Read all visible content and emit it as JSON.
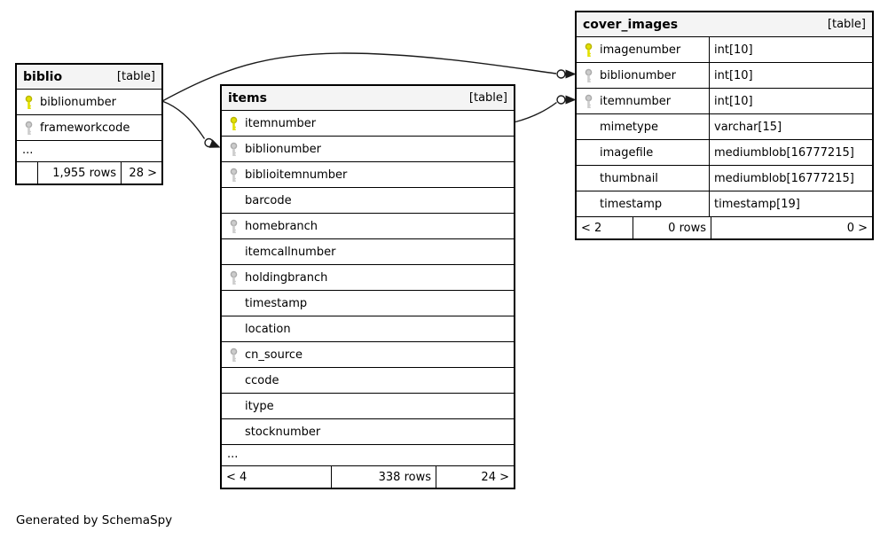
{
  "diagram": {
    "generated_by": "Generated by SchemaSpy",
    "colors": {
      "primary_key_icon": "#e2e000",
      "primary_key_stroke": "#b8b400",
      "foreign_key_icon": "#cccccc",
      "foreign_key_stroke": "#aaaaaa",
      "header_bg": "#f4f4f4",
      "border": "#000000",
      "edge": "#1a1a1a"
    },
    "tables": [
      {
        "name": "biblio",
        "type_label": "[table]",
        "columns": [
          {
            "name": "biblionumber",
            "key": "primary"
          },
          {
            "name": "frameworkcode",
            "key": "indexed"
          }
        ],
        "ellipsis": "...",
        "footer": {
          "left": "",
          "center": "1,955 rows",
          "right": "28 >"
        }
      },
      {
        "name": "items",
        "type_label": "[table]",
        "columns": [
          {
            "name": "itemnumber",
            "key": "primary"
          },
          {
            "name": "biblionumber",
            "key": "indexed"
          },
          {
            "name": "biblioitemnumber",
            "key": "indexed"
          },
          {
            "name": "barcode"
          },
          {
            "name": "homebranch",
            "key": "indexed"
          },
          {
            "name": "itemcallnumber"
          },
          {
            "name": "holdingbranch",
            "key": "indexed"
          },
          {
            "name": "timestamp"
          },
          {
            "name": "location"
          },
          {
            "name": "cn_source",
            "key": "indexed"
          },
          {
            "name": "ccode"
          },
          {
            "name": "itype"
          },
          {
            "name": "stocknumber"
          }
        ],
        "ellipsis": "...",
        "footer": {
          "left": "< 4",
          "center": "338 rows",
          "right": "24 >"
        }
      },
      {
        "name": "cover_images",
        "type_label": "[table]",
        "columns": [
          {
            "name": "imagenumber",
            "type": "int[10]",
            "key": "primary"
          },
          {
            "name": "biblionumber",
            "type": "int[10]",
            "key": "indexed"
          },
          {
            "name": "itemnumber",
            "type": "int[10]",
            "key": "indexed"
          },
          {
            "name": "mimetype",
            "type": "varchar[15]"
          },
          {
            "name": "imagefile",
            "type": "mediumblob[16777215]"
          },
          {
            "name": "thumbnail",
            "type": "mediumblob[16777215]"
          },
          {
            "name": "timestamp",
            "type": "timestamp[19]"
          }
        ],
        "footer": {
          "left": "< 2",
          "center": "0 rows",
          "right": "0 >"
        }
      }
    ],
    "relationships": [
      {
        "from": "biblio.biblionumber",
        "to": "cover_images.biblionumber"
      },
      {
        "from": "biblio.biblionumber",
        "to": "items.biblionumber"
      },
      {
        "from": "items.itemnumber",
        "to": "cover_images.itemnumber"
      }
    ]
  }
}
